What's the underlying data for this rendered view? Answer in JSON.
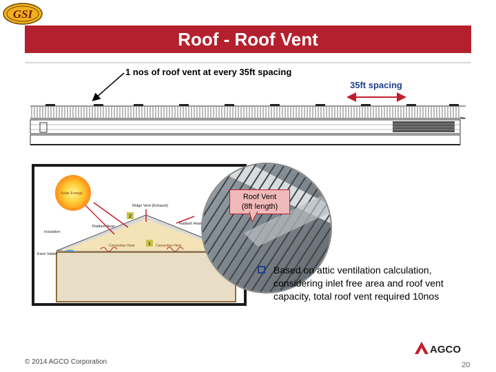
{
  "header": {
    "logo_text": "GSI",
    "title": "Roof - Roof Vent"
  },
  "callout": {
    "text": "1 nos of roof vent at every 35ft spacing",
    "spacing_label": "35ft spacing"
  },
  "diagram": {
    "labels": {
      "solar": "Solar Energy",
      "ridge_vent": "Ridge Vent (Exhaust)",
      "radiant_heat_left": "Radiant Heat",
      "radiant_heat_right": "Radiant Heat",
      "insulation": "Insulation",
      "convection_left": "Convection Heat",
      "convection_right": "Convection Heat",
      "eave_intake": "Eave Intake",
      "marker_1": "1",
      "marker_2": "2"
    }
  },
  "vent_label": {
    "line1": "Roof Vent",
    "line2": "(8ft length)"
  },
  "bullet": {
    "text": "Based on attic ventilation calculation, considering inlet free area and roof vent capacity, total roof vent required 10nos"
  },
  "footer": {
    "copyright": "© 2014 AGCO Corporation",
    "brand": "AGCO",
    "page_number": "20"
  },
  "colors": {
    "title_bar": "#b5202e",
    "spacing_text": "#1f3f8c",
    "arrow_red": "#c0202e"
  }
}
